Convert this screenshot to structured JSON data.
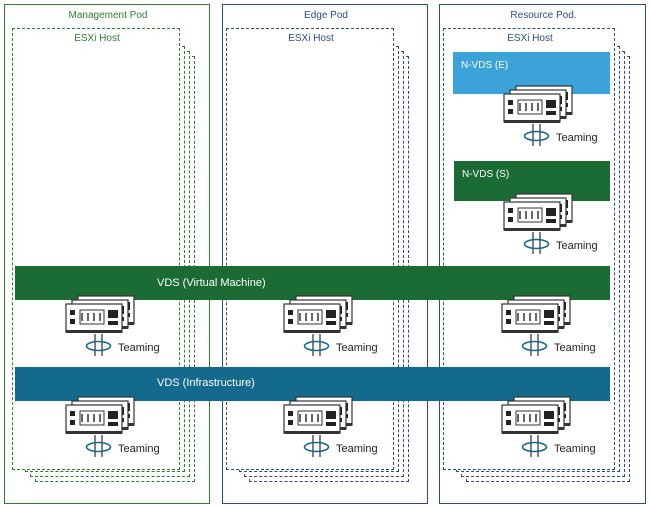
{
  "pods": [
    {
      "title": "Management Pod",
      "host_label": "ESXi Host",
      "color": "#2e7d32"
    },
    {
      "title": "Edge Pod",
      "host_label": "ESXi Host",
      "color": "#2d4a8a"
    },
    {
      "title": "Resource Pod.",
      "host_label": "ESXi Host",
      "color": "#2d4a8a"
    }
  ],
  "switches": {
    "vm": {
      "label": "VDS (Virtual Machine)",
      "color": "#1b6b35"
    },
    "infra": {
      "label": "VDS (Infrastructure)",
      "color": "#136a8c"
    },
    "nvds_e": {
      "label": "N-VDS (E)",
      "color": "#3ba3d9"
    },
    "nvds_s": {
      "label": "N-VDS (S)",
      "color": "#1b6b35"
    }
  },
  "teaming_label": "Teaming",
  "icons": {
    "nic": "nic-card-stack-icon",
    "team": "teaming-ring-icon"
  }
}
